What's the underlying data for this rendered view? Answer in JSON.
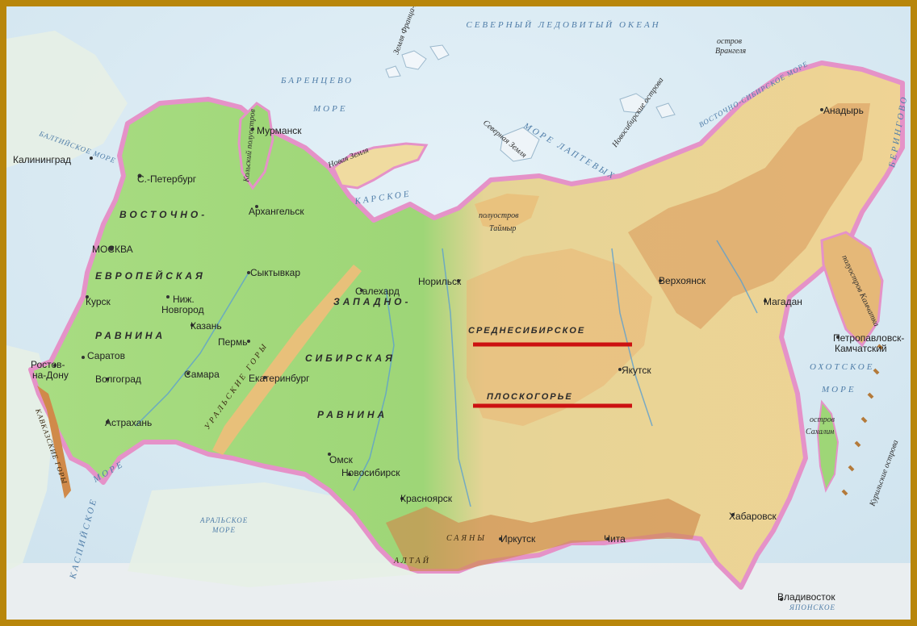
{
  "colors": {
    "frame": "#b8860b",
    "ocean": "#dcebf4",
    "lowland": "#9fd77a",
    "upland": "#f2d79e",
    "mountains": "#dca062",
    "border": "#e592c8",
    "highlight_line": "#cc1111"
  },
  "seas": {
    "north": "СЕВЕРНЫЙ ЛЕДОВИТЫЙ ОКЕАН",
    "barents_1": "БАРЕНЦЕВО",
    "barents_2": "МОРЕ",
    "kara_1": "КАРСКОЕ",
    "laptev": "МОРЕ ЛАПТЕВЫХ",
    "east_siberian": "ВОСТОЧНО-СИБИРСКОЕ МОРЕ",
    "bering": "БЕРИНГОВО",
    "okhotsk_1": "ОХОТСКОЕ",
    "okhotsk_2": "МОРЕ",
    "baltic": "БАЛТИЙСКОЕ МОРЕ",
    "caspian": "КАСПИЙСКОЕ",
    "caspian_2": "МОРЕ",
    "aral_1": "АРАЛЬСКОЕ",
    "aral_2": "МОРЕ",
    "japan": "ЯПОНСКОЕ"
  },
  "islands": {
    "franz_josef": "Земля Франца-Иосифа",
    "novaya_zemlya": "Новая Земля",
    "severnaya_zemlya": "Северная Земля",
    "new_siberian": "Новосибирские острова",
    "wrangel_1": "остров",
    "wrangel_2": "Врангеля",
    "sakhalin_1": "остров",
    "sakhalin_2": "Сахалин",
    "kuril": "Курильские острова",
    "kola": "Кольский полуостров",
    "taimyr_1": "полуостров",
    "taimyr_2": "Таймыр",
    "kamchatka": "полуостров Камчатка"
  },
  "regions": {
    "east_european_1": "ВОСТОЧНО-",
    "east_european_2": "ЕВРОПЕЙСКАЯ",
    "east_european_3": "РАВНИНА",
    "west_siberian_1": "ЗАПАДНО-",
    "west_siberian_2": "СИБИРСКАЯ",
    "west_siberian_3": "РАВНИНА",
    "central_siberian_1": "СРЕДНЕСИБИРСКОЕ",
    "central_siberian_2": "ПЛОСКОГОРЬЕ",
    "ural": "УРАЛЬСКИЕ ГОРЫ",
    "caucasus": "КАВКАЗСКИЕ ГОРЫ",
    "altai": "АЛТАЙ",
    "sayan": "САЯНЫ"
  },
  "cities": {
    "kaliningrad": "Калининград",
    "murmansk": "Мурманск",
    "st_petersburg": "С.-Петербург",
    "arkhangelsk": "Архангельск",
    "moscow": "МОСКВА",
    "syktyvkar": "Сыктывкар",
    "kursk": "Курск",
    "nizhny_1": "Ниж.",
    "nizhny_2": "Новгород",
    "kazan": "Казань",
    "perm": "Пермь",
    "saratov": "Саратов",
    "rostov_1": "Ростов-",
    "rostov_2": "на-Дону",
    "volgograd": "Волгоград",
    "samara": "Самара",
    "yekaterinburg": "Екатеринбург",
    "astrakhan": "Астрахань",
    "salekhard": "Салехард",
    "norilsk": "Норильск",
    "omsk": "Омск",
    "novosibirsk": "Новосибирск",
    "krasnoyarsk": "Красноярск",
    "irkutsk": "Иркутск",
    "chita": "Чита",
    "yakutsk": "Якутск",
    "verkhoyansk": "Верхоянск",
    "magadan": "Магадан",
    "anadyr": "Анадырь",
    "petropavlovsk_1": "Петропавловск-",
    "petropavlovsk_2": "Камчатский",
    "khabarovsk": "Хабаровск",
    "vladivostok": "Владивосток"
  }
}
